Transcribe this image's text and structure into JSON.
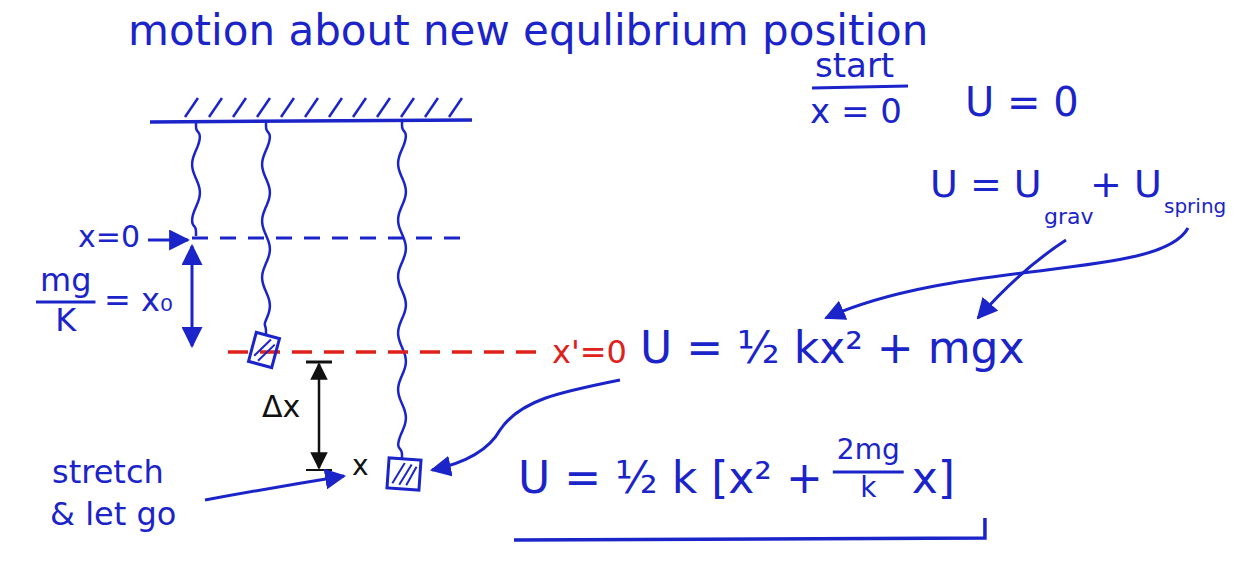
{
  "diagram": {
    "title": "motion about new equlibrium position",
    "labels": [
      "start",
      "x = 0",
      "U = 0",
      "U = U",
      "grav",
      "+ U",
      "spring",
      "x=0",
      "mg",
      "K",
      "= x₀",
      "x'=0",
      "U = ½ kx² + mgx",
      "Δx",
      "x",
      "stretch",
      "& let go",
      "U = ½ k [x² +",
      "2mg",
      "k",
      "x]"
    ]
  }
}
